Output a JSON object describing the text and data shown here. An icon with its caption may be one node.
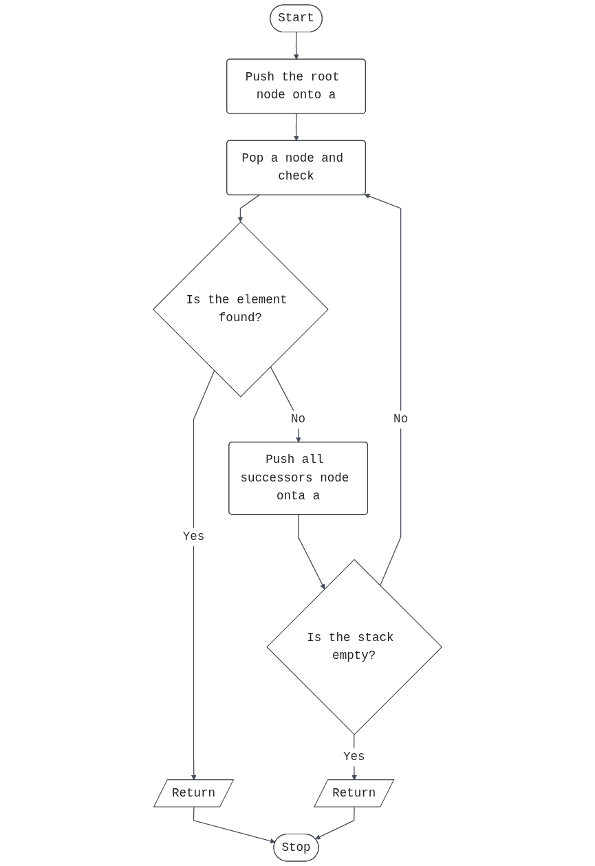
{
  "diagram": {
    "nodes": [
      {
        "text": [
          "Start"
        ]
      },
      {
        "text": [
          "Push the root node onto a"
        ]
      },
      {
        "text": [
          "Pop a node and check"
        ]
      },
      {
        "text": [
          "Is the element found?"
        ]
      },
      {
        "text": [
          "Return"
        ]
      },
      {
        "text": [
          "Push all successors node onta a"
        ]
      },
      {
        "text": [
          "Is the stack empty?"
        ]
      },
      {
        "text": [
          "Return"
        ]
      },
      {
        "text": [
          "Stop"
        ]
      }
    ],
    "edges": [
      {
        "from": 0,
        "to": 1,
        "arrow": "to"
      },
      {
        "from": 1,
        "to": 2,
        "arrow": "to"
      },
      {
        "from": 2,
        "to": 3,
        "arrow": "to"
      },
      {
        "from": 3,
        "to": 4,
        "arrow": "to",
        "label": "Yes"
      },
      {
        "from": 3,
        "to": 5,
        "arrow": "to",
        "label": "No"
      },
      {
        "from": 5,
        "to": 6,
        "arrow": "to"
      },
      {
        "from": 6,
        "to": 2,
        "arrow": "to",
        "label": "No"
      },
      {
        "from": 6,
        "to": 7,
        "arrow": "to",
        "label": "Yes"
      },
      {
        "from": 7,
        "to": 8,
        "arrow": "to"
      },
      {
        "from": 4,
        "to": 8,
        "arrow": "to"
      }
    ]
  }
}
